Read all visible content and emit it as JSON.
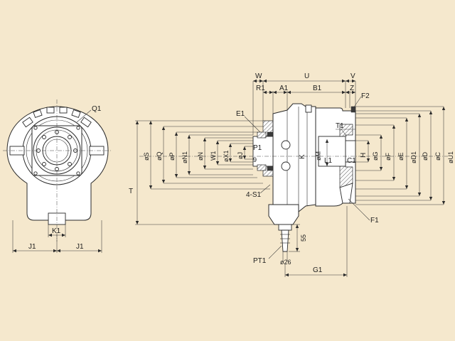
{
  "drawing": {
    "left_view": {
      "labels": {
        "q1": "Q1",
        "k1": "K1",
        "j1_left": "J1",
        "j1_right": "J1"
      }
    },
    "side_view": {
      "top_labels": {
        "w": "W",
        "u": "U",
        "v": "V",
        "r1": "R1",
        "a1": "A1",
        "b1": "B1",
        "z": "Z",
        "f2": "F2"
      },
      "callouts": {
        "e1": "E1",
        "t1": "T1",
        "p1": "P1",
        "nine": "9",
        "k": "K",
        "l1": "L1",
        "c1": "C1",
        "h": "H",
        "four_s1": "4-S1",
        "f1": "F1",
        "pt1": "PT1"
      },
      "left_diameters": [
        "øS",
        "øQ",
        "øP",
        "øN1",
        "øN",
        "W1",
        "øX1",
        "øJ"
      ],
      "right_diameters": [
        "øM",
        "øG",
        "øF",
        "øE",
        "øD1",
        "øD",
        "øC",
        "øU1"
      ],
      "t_label": "T",
      "dim_55": "55",
      "dim_26": "ø26",
      "g1": "G1"
    }
  }
}
